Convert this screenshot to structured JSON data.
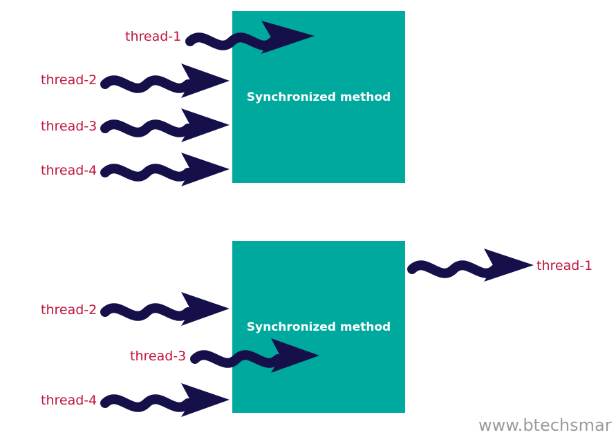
{
  "diagram": {
    "colors": {
      "box": "#00a99d",
      "box_text": "#ffffff",
      "arrow": "#15104a",
      "label": "#c0143c",
      "watermark": "#9a9a9a"
    },
    "top": {
      "box_label": "Synchronized method",
      "threads": [
        "thread-1",
        "thread-2",
        "thread-3",
        "thread-4"
      ]
    },
    "bottom": {
      "box_label": "Synchronized method",
      "threads": [
        "thread-2",
        "thread-3",
        "thread-4",
        "thread-1"
      ]
    }
  },
  "watermark": "www.btechsmar"
}
